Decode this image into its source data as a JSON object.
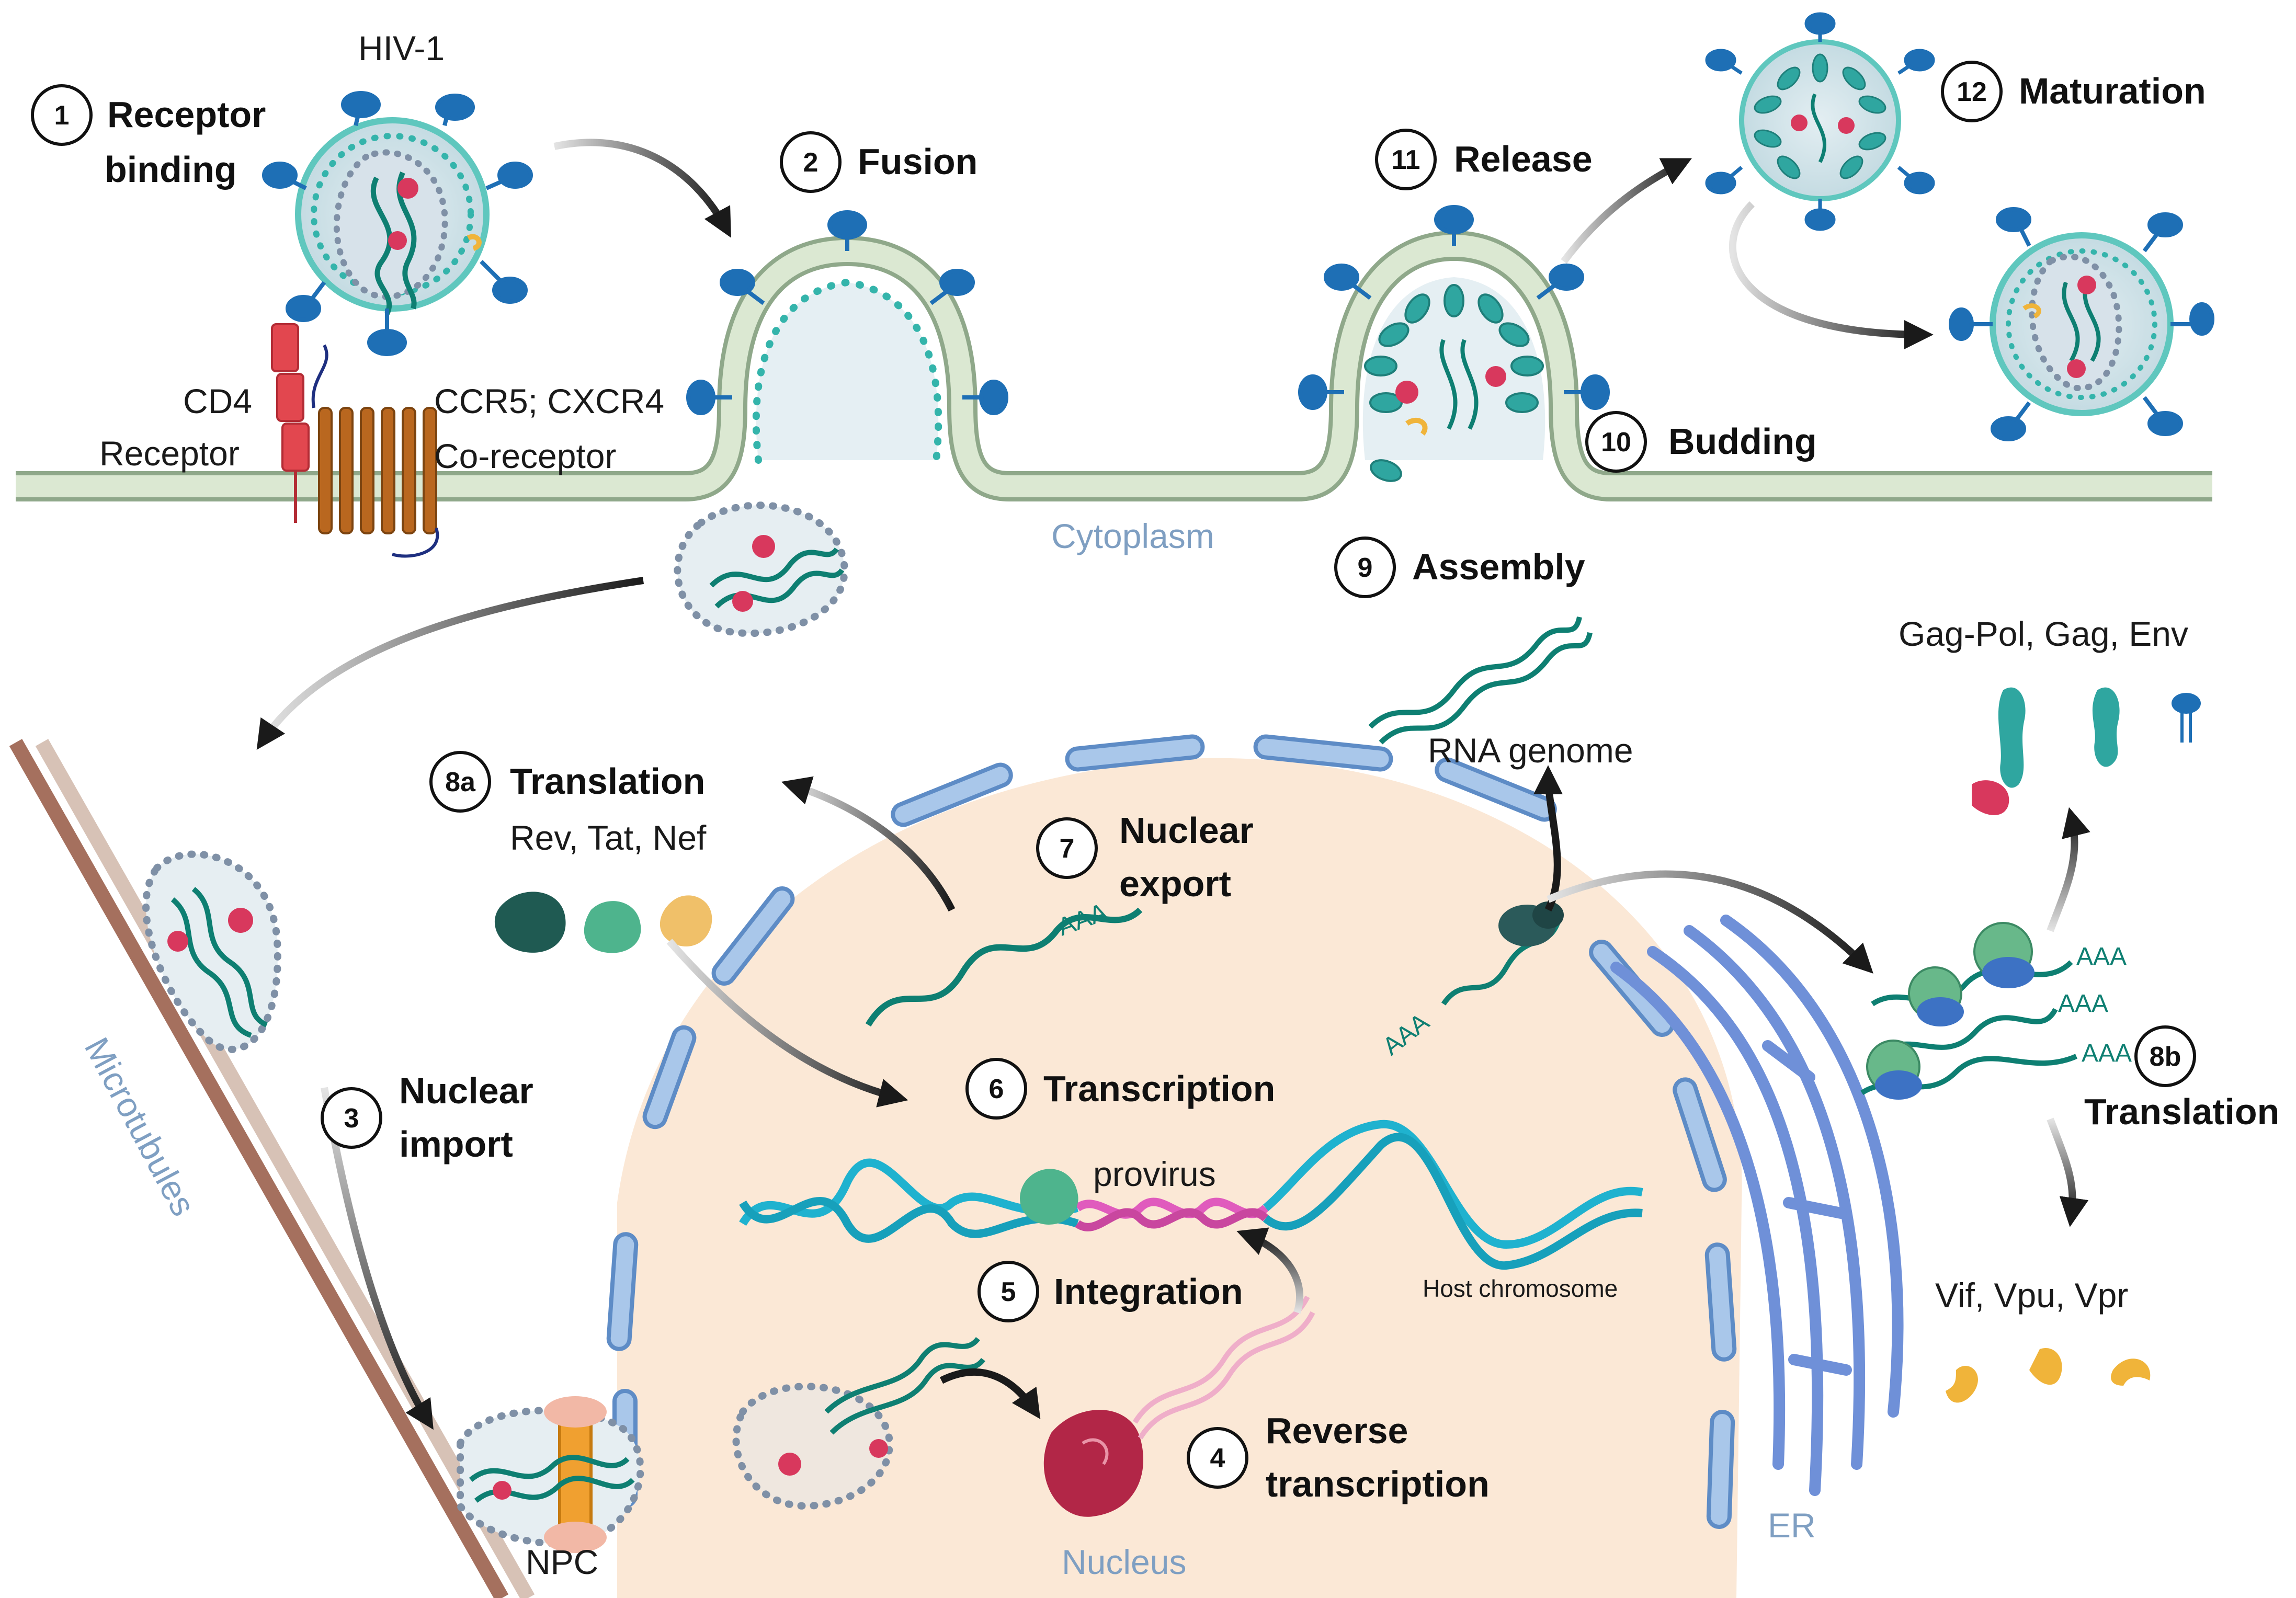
{
  "colors": {
    "membrane": "#cfe0c8",
    "membrane_edge": "#8fa88a",
    "nucleus_fill": "#fbe8d6",
    "nuclear_envelope": "#8db3de",
    "spike": "#1e6fb5",
    "rna": "#0e7f72",
    "capsid": "#8a98ac",
    "integrase": "#d8385d",
    "dna_host": "#1fb2cf",
    "dna_provirus": "#e05bbd",
    "er": "#6f90d8",
    "microtubule": "#a77a6a",
    "accessory": "#f0b43a",
    "cd4": "#e2474f",
    "ccr5": "#b9671f"
  },
  "steps": [
    {
      "num": "1",
      "line1": "Receptor",
      "line2": "binding"
    },
    {
      "num": "2",
      "line1": "Fusion",
      "line2": ""
    },
    {
      "num": "3",
      "line1": "Nuclear",
      "line2": "import"
    },
    {
      "num": "4",
      "line1": "Reverse",
      "line2": "transcription"
    },
    {
      "num": "5",
      "line1": "Integration",
      "line2": ""
    },
    {
      "num": "6",
      "line1": "Transcription",
      "line2": ""
    },
    {
      "num": "7",
      "line1": "Nuclear",
      "line2": "export"
    },
    {
      "num": "8a",
      "line1": "Translation",
      "line2": ""
    },
    {
      "num": "8b",
      "line1": "Translation",
      "line2": ""
    },
    {
      "num": "9",
      "line1": "Assembly",
      "line2": ""
    },
    {
      "num": "10",
      "line1": "Budding",
      "line2": ""
    },
    {
      "num": "11",
      "line1": "Release",
      "line2": ""
    },
    {
      "num": "12",
      "line1": "Maturation",
      "line2": ""
    }
  ],
  "labels": {
    "hiv": "HIV-1",
    "cd4": "CD4",
    "receptor": "Receptor",
    "coreceptor_names": "CCR5; CXCR4",
    "coreceptor": "Co-receptor",
    "cytoplasm": "Cytoplasm",
    "microtubules": "Microtubules",
    "npc": "NPC",
    "nucleus": "Nucleus",
    "er": "ER",
    "provirus": "provirus",
    "host_chromosome": "Host chromosome",
    "rna_genome": "RNA genome",
    "early_proteins": "Rev, Tat, Nef",
    "structural_proteins": "Gag-Pol, Gag, Env",
    "accessory_proteins": "Vif, Vpu, Vpr",
    "polya": "AAA"
  }
}
